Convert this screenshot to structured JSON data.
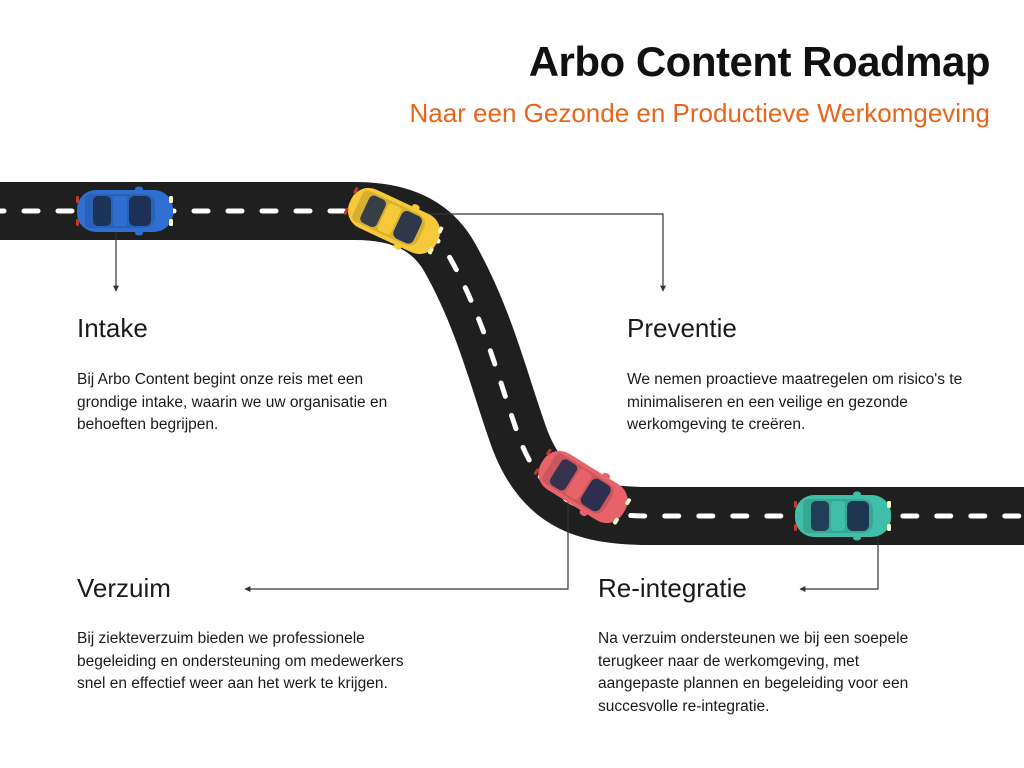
{
  "header": {
    "title": "Arbo Content Roadmap",
    "subtitle": "Naar een Gezonde en Productieve Werkomgeving"
  },
  "colors": {
    "accent": "#E8651A",
    "road": "#1f1f1f",
    "lane_marking": "#ffffff",
    "car_blue": "#2e6fd1",
    "car_yellow": "#f5c93a",
    "car_red": "#e8626a",
    "car_teal": "#3fbfa8",
    "connector": "#333333"
  },
  "steps": {
    "intake": {
      "title": "Intake",
      "text": "Bij Arbo Content begint onze reis met een grondige intake, waarin we uw organisatie en behoeften begrijpen."
    },
    "preventie": {
      "title": "Preventie",
      "text": "We nemen proactieve maatregelen om risico's te minimaliseren en een veilige en gezonde werkomgeving te creëren."
    },
    "verzuim": {
      "title": "Verzuim",
      "text": "Bij ziekteverzuim bieden we professionele begeleiding en ondersteuning om medewerkers snel en effectief weer aan het werk te krijgen."
    },
    "reintegratie": {
      "title": "Re-integratie",
      "text": "Na verzuim ondersteunen we bij een soepele terugkeer naar de werkomgeving, met aangepaste plannen en begeleiding voor een succesvolle re-integratie."
    }
  },
  "icons": {
    "car_1": "car-blue-icon",
    "car_2": "car-yellow-icon",
    "car_3": "car-red-icon",
    "car_4": "car-teal-icon"
  }
}
